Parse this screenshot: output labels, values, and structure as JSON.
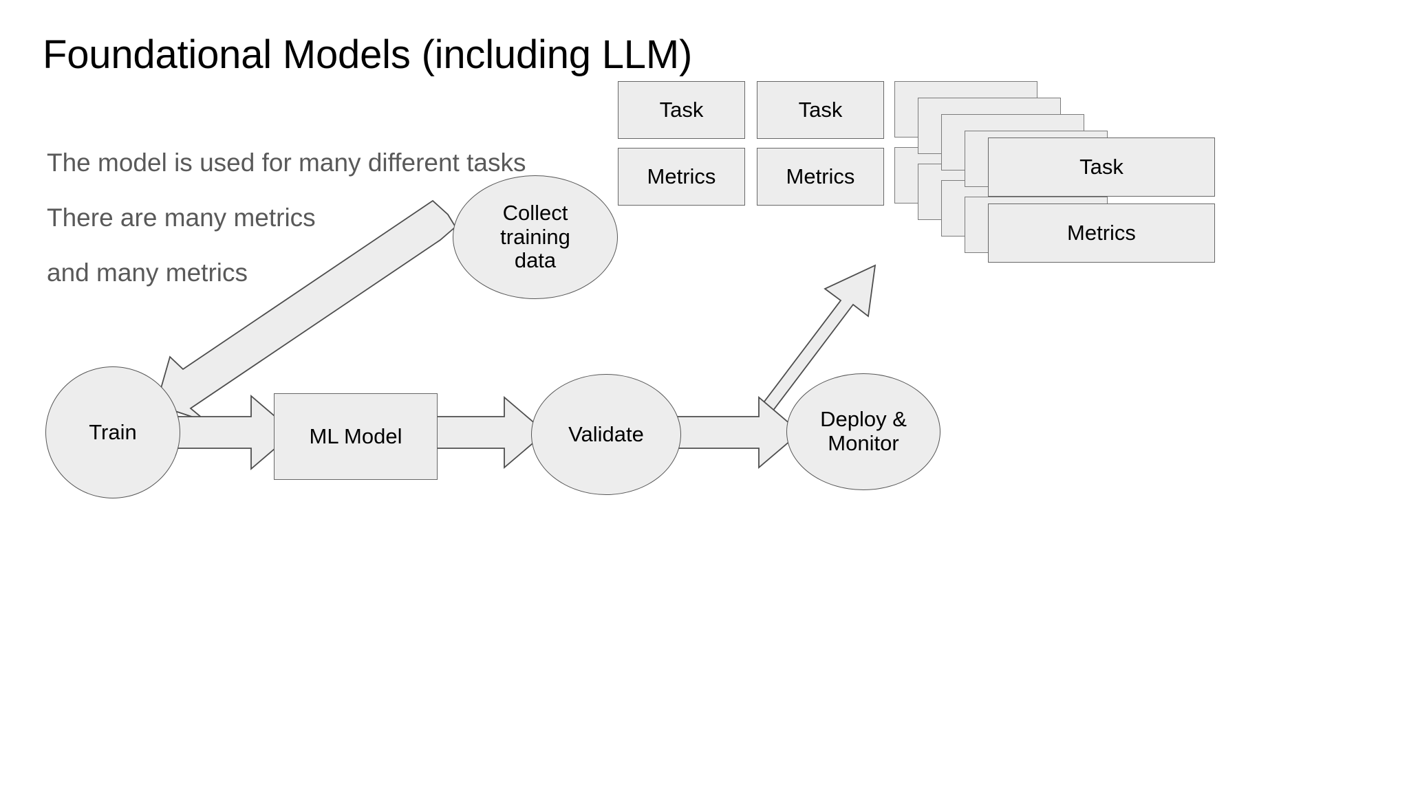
{
  "slide": {
    "title": "Foundational Models (including LLM)",
    "background_color": "#ffffff",
    "body_text_color": "#595959",
    "shape_fill": "#ededed",
    "shape_stroke": "#666666",
    "bullets": [
      "The model is used for many different tasks",
      "There are many metrics",
      "and many metrics"
    ]
  },
  "flow": {
    "nodes": [
      {
        "id": "train",
        "label": "Train",
        "shape": "ellipse"
      },
      {
        "id": "mlmodel",
        "label": "ML Model",
        "shape": "rect"
      },
      {
        "id": "validate",
        "label": "Validate",
        "shape": "ellipse"
      },
      {
        "id": "deploy",
        "label": "Deploy &\nMonitor",
        "shape": "ellipse"
      },
      {
        "id": "collect",
        "label": "Collect\ntraining\ndata",
        "shape": "ellipse"
      }
    ],
    "node_labels": {
      "train": "Train",
      "mlmodel": "ML Model",
      "validate": "Validate",
      "deploy_line1": "Deploy &",
      "deploy_line2": "Monitor",
      "collect_line1": "Collect",
      "collect_line2": "training",
      "collect_line3": "data"
    },
    "arrows": [
      {
        "from": "train",
        "to": "mlmodel",
        "direction": "right"
      },
      {
        "from": "mlmodel",
        "to": "validate",
        "direction": "right"
      },
      {
        "from": "validate",
        "to": "deploy",
        "direction": "right"
      },
      {
        "from": "deploy",
        "to": "collect",
        "direction": "up-left-to-upper-right"
      },
      {
        "from": "collect",
        "to": "train",
        "direction": "down-left"
      }
    ]
  },
  "task_metric_cards": {
    "task_label": "Task",
    "metrics_label": "Metrics",
    "columns": [
      {
        "task": "Task",
        "metrics": "Metrics",
        "labelled": true
      },
      {
        "task": "Task",
        "metrics": "Metrics",
        "labelled": true
      },
      {
        "task": "",
        "metrics": "",
        "labelled": false
      },
      {
        "task": "",
        "metrics": "",
        "labelled": false
      },
      {
        "task": "",
        "metrics": "",
        "labelled": false
      },
      {
        "task": "Task",
        "metrics": "Metrics",
        "labelled": true
      }
    ]
  }
}
